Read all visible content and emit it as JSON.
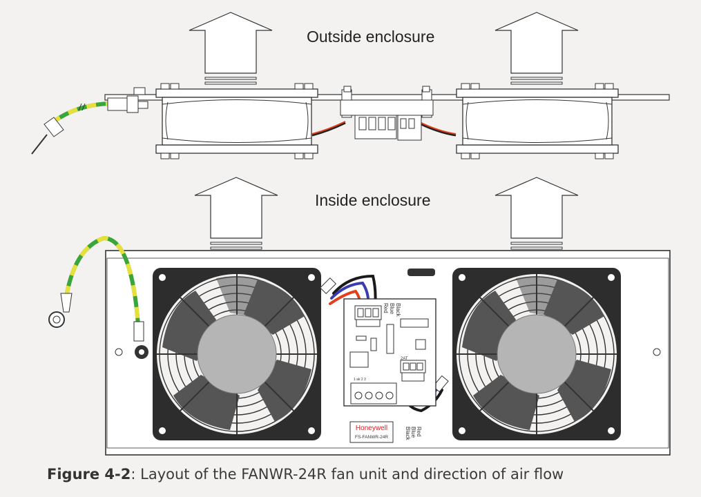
{
  "labels": {
    "outside": "Outside enclosure",
    "inside": "Inside enclosure"
  },
  "board": {
    "brand": "Honeywell",
    "model": "FS-FANWR-24R",
    "fuse": "2AT",
    "terminal_pins": "1  ak  2  3"
  },
  "wires": {
    "top": [
      "Red",
      "Blue",
      "Black"
    ],
    "bottom": [
      "Red",
      "Blue",
      "Black"
    ]
  },
  "caption": {
    "figure": "Figure 4-2",
    "text": ": Layout of the FANWR-24R fan unit and direction of air flow"
  },
  "colors": {
    "background": "#f3f2f1",
    "line": "#333333",
    "fan_blade": "#555555",
    "hub": "#b5b5b5",
    "wire_red": "#e2401c",
    "wire_blue": "#3b3bb0",
    "wire_black": "#1a1a1a",
    "ground_green": "#3aa53a",
    "ground_yellow": "#e8e03a"
  }
}
